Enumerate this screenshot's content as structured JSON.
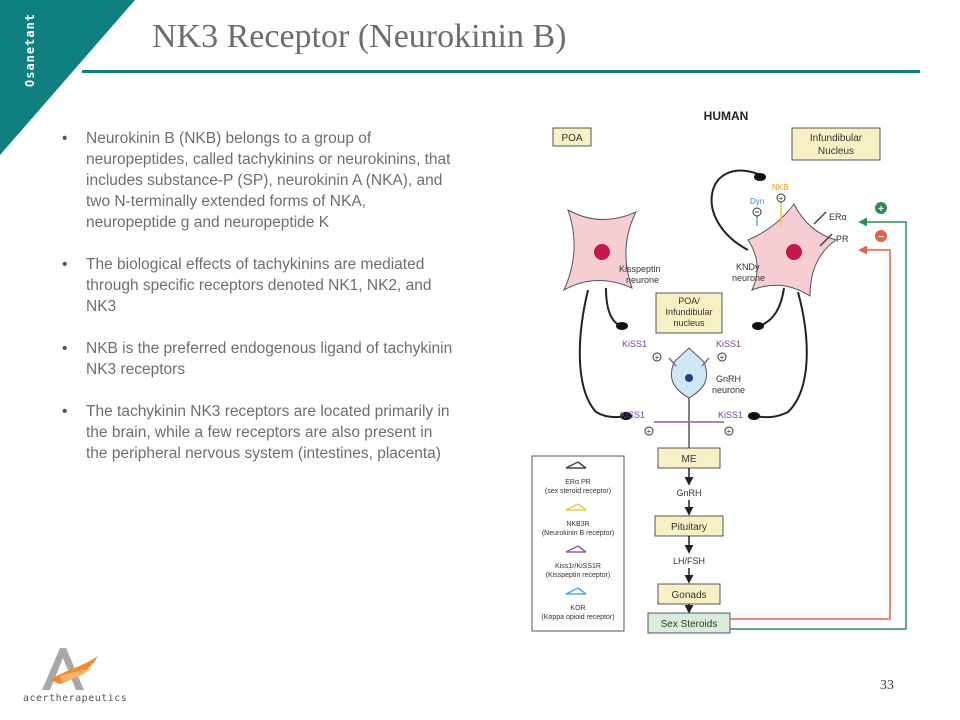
{
  "sidebar_label": "Osanetant",
  "title": "NK3 Receptor (Neurokinin B)",
  "bullets": [
    "Neurokinin B (NKB) belongs to a group of neuropeptides, called tachykinins or neurokinins, that includes substance-P (SP), neurokinin A (NKA), and two N-terminally extended forms of NKA, neuropeptide g and neuropeptide K",
    "The biological effects of tachykinins are mediated through specific receptors denoted NK1, NK2, and NK3",
    "NKB is the preferred endogenous ligand of tachykinin NK3 receptors",
    "The tachykinin NK3 receptors are located primarily in the brain, while a few receptors are also present in the peripheral nervous system (intestines, placenta)"
  ],
  "diagram": {
    "header": "HUMAN",
    "poa": "POA",
    "infundibular_line1": "Infundibular",
    "infundibular_line2": "Nucleus",
    "kisspeptin_line1": "Kisspeptin",
    "kisspeptin_line2": "neurone",
    "kndy_line1": "KNDy",
    "kndy_line2": "neurone",
    "poa_inf_line1": "POA/",
    "poa_inf_line2": "Infundibular",
    "poa_inf_line3": "nucleus",
    "dyn": "Dyn",
    "nkb": "NKB",
    "era": "ERα",
    "pr": "PR",
    "kiss1_upper_left": "KiSS1",
    "kiss1_upper_right": "KiSS1",
    "kiss1_lower_left": "KiSS1",
    "kiss1_lower_right": "KiSS1",
    "gnrh_line1": "GnRH",
    "gnrh_line2": "neurone",
    "me": "ME",
    "gnrh_flow": "GnRH",
    "pituitary": "Pituitary",
    "lh_fsh": "LH/FSH",
    "gonads": "Gonads",
    "sex_steroids": "Sex Steroids",
    "plus_sign": "+",
    "minus_sign": "−",
    "legend": [
      {
        "name": "ERα PR",
        "desc": "(sex steroid receptor)",
        "color": "#444444"
      },
      {
        "name": "NKB3R",
        "desc": "(Neurokinin B receptor)",
        "color": "#e8c84a"
      },
      {
        "name": "Kiss1r/KiSS1R",
        "desc": "(Kisspeptin receptor)",
        "color": "#8a5fa8"
      },
      {
        "name": "KOR",
        "desc": "(Koppa opioid receptor)",
        "color": "#5aa7d8"
      }
    ],
    "colors": {
      "box_fill": "#f7f0c4",
      "neuron_fill": "#f5cdd3",
      "nucleus": "#c4184a",
      "gnrh_fill": "#cfe6f5",
      "gnrh_nucleus": "#1f3f87",
      "green_arrow": "#2e8b57",
      "red_arrow": "#e3604d"
    }
  },
  "footer": {
    "logo_text": "acertherapeutics",
    "page_number": "33"
  },
  "colors": {
    "teal": "#0f7f7f",
    "title": "#6d6d6d",
    "body_text": "#6e6e6e"
  }
}
